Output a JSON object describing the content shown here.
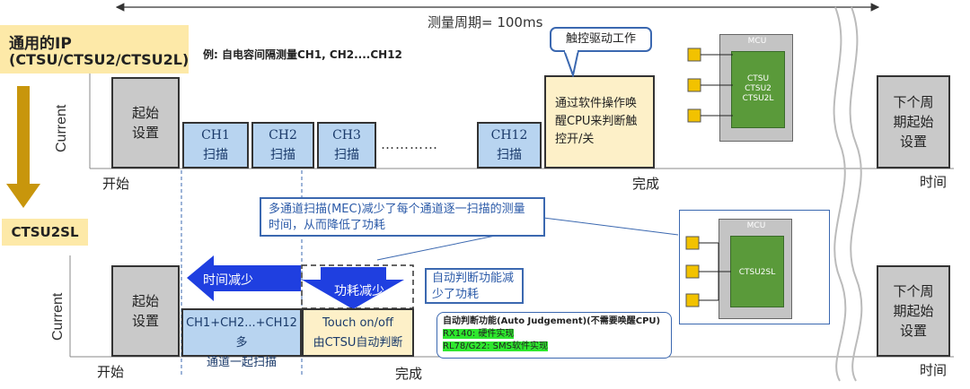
{
  "header": {
    "period_label": "测量周期= 100ms",
    "ip_title_line1": "通用的IP",
    "ip_title_line2": "(CTSU/CTSU2/CTSU2L)",
    "example_label": "例: 自电容间隔测量CH1, CH2....CH12",
    "ctsu2sl_label": "CTSU2SL"
  },
  "top": {
    "ylabel": "Current",
    "start_box": "起始设置",
    "channels": [
      {
        "name": "CH1",
        "scan": "扫描"
      },
      {
        "name": "CH2",
        "scan": "扫描"
      },
      {
        "name": "CH3",
        "scan": "扫描"
      },
      {
        "name": "CH12",
        "scan": "扫描"
      }
    ],
    "dots": "…………",
    "cpu_box": "通过软件操作唤醒CPU来判断触控开/关",
    "callout": "触控驱动工作",
    "next_box": "下个周期起始设置",
    "start_label": "开始",
    "done_label": "完成",
    "time_label": "时间",
    "mcu": {
      "title": "MCU",
      "core_lines": [
        "CTSU",
        "CTSU2",
        "CTSU2L"
      ]
    }
  },
  "middle_note": "多通道扫描(MEC)减少了每个通道逐一扫描的测量时间，从而降低了功耗",
  "bottom": {
    "ylabel": "Current",
    "start_box": "起始设置",
    "time_reduce": "时间减少",
    "power_reduce": "功耗减少",
    "auto_note": "自动判断功能减少了功耗",
    "multi_scan_line1": "CH1+CH2...+CH12多",
    "multi_scan_line2": "通道一起扫描",
    "touch_line1": "Touch on/off",
    "touch_line2": "由CTSU自动判断",
    "next_box": "下个周期起始设置",
    "start_label": "开始",
    "done_label": "完成",
    "time_label": "时间",
    "auto_title": "自动判断功能(Auto Judgement)(不需要唤醒CPU)",
    "auto_rx": "RX140: 硬件实现",
    "auto_rl": "RL78/G22: SMS软件实现",
    "mcu": {
      "title": "MCU",
      "core": "CTSU2SL"
    }
  },
  "colors": {
    "accent_blue": "#2b5aa8",
    "arrow_blue": "#1f3fe0",
    "mcu_green": "#5a9a3a",
    "gold": "#c8960c",
    "highlight_green": "#2ee82e"
  }
}
